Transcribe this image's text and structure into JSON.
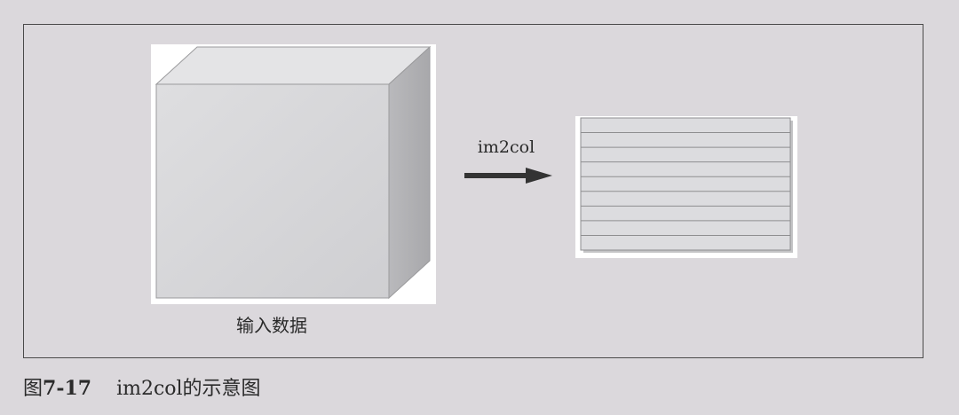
{
  "diagram": {
    "cube_label": "输入数据",
    "arrow_label": "im2col",
    "matrix_row_count": 9
  },
  "caption": {
    "prefix": "图",
    "number": "7-17",
    "text": "im2col的示意图"
  },
  "colors": {
    "background": "#dbd8dc",
    "cube_front": "#d6d6d8",
    "cube_top": "#e2e2e4",
    "cube_side": "#b3b3b6",
    "arrow": "#333333"
  }
}
